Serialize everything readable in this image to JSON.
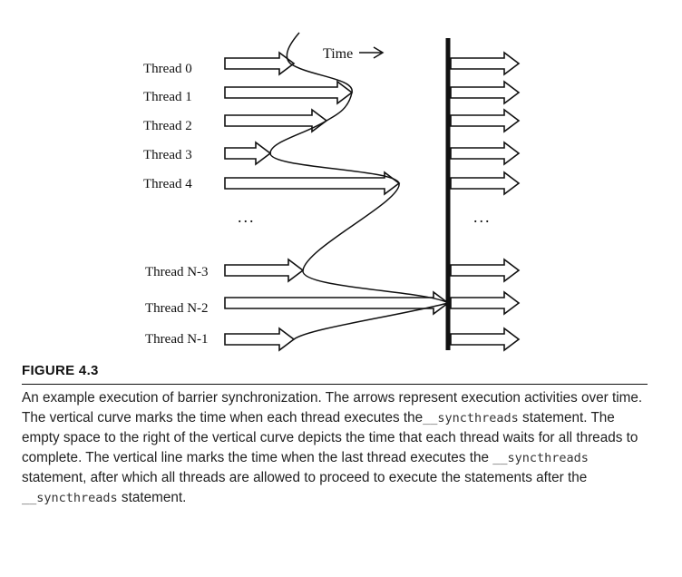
{
  "diagram": {
    "time_label": "Time",
    "left_ellipsis": "...",
    "right_ellipsis": "...",
    "threads": [
      {
        "label": "Thread 0"
      },
      {
        "label": "Thread 1"
      },
      {
        "label": "Thread 2"
      },
      {
        "label": "Thread 3"
      },
      {
        "label": "Thread 4"
      },
      {
        "label": "Thread N-3"
      },
      {
        "label": "Thread N-2"
      },
      {
        "label": "Thread N-1"
      }
    ]
  },
  "figure_label": "FIGURE 4.3",
  "caption": {
    "p1": "An example execution of barrier synchronization. The arrows represent execution activities over time. The vertical curve marks the time when each thread executes the",
    "code": "__syncthreads",
    "p2": "statement. The empty space to the right of the vertical curve depicts the time that each thread waits for all threads to complete. The vertical line marks the time when the last thread executes the",
    "p3": "statement, after which all threads are allowed to proceed to execute the statements after the",
    "p4": "statement."
  }
}
